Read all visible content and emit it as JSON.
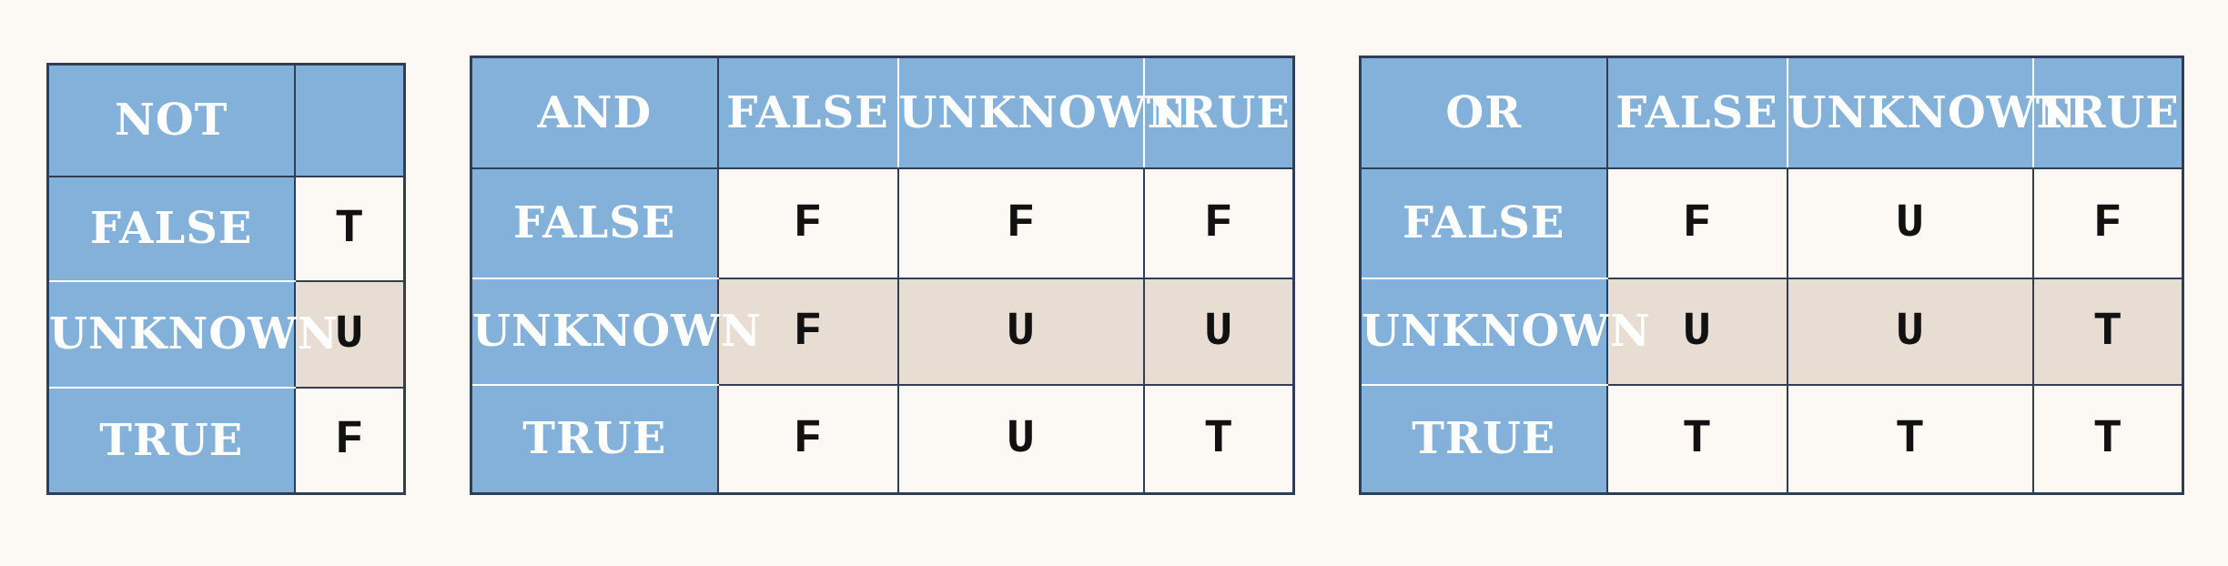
{
  "not_table": {
    "title": "NOT",
    "header_blank": "",
    "rows": [
      {
        "label": "FALSE",
        "value": "T"
      },
      {
        "label": "UNKNOWN",
        "value": "U"
      },
      {
        "label": "TRUE",
        "value": "F"
      }
    ]
  },
  "and_table": {
    "title": "AND",
    "columns": [
      "FALSE",
      "UNKNOWN",
      "TRUE"
    ],
    "rows": [
      {
        "label": "FALSE",
        "values": [
          "F",
          "F",
          "F"
        ]
      },
      {
        "label": "UNKNOWN",
        "values": [
          "F",
          "U",
          "U"
        ]
      },
      {
        "label": "TRUE",
        "values": [
          "F",
          "U",
          "T"
        ]
      }
    ]
  },
  "or_table": {
    "title": "OR",
    "columns": [
      "FALSE",
      "UNKNOWN",
      "TRUE"
    ],
    "rows": [
      {
        "label": "FALSE",
        "values": [
          "F",
          "U",
          "F"
        ]
      },
      {
        "label": "UNKNOWN",
        "values": [
          "U",
          "U",
          "T"
        ]
      },
      {
        "label": "TRUE",
        "values": [
          "T",
          "T",
          "T"
        ]
      }
    ]
  },
  "colors": {
    "header_fill": "#84b1da",
    "header_text": "#ffffff",
    "cell_fill": "#fcf9f5",
    "shaded_row_fill": "#e8ddd3",
    "border": "#2f3e55"
  }
}
